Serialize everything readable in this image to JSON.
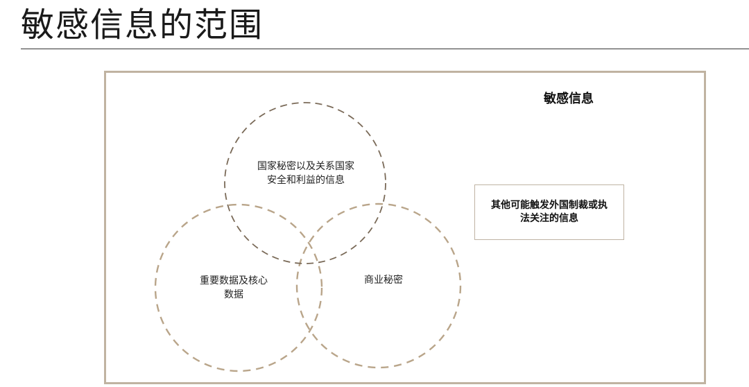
{
  "title": "敏感信息的范围",
  "diagram": {
    "heading": "敏感信息",
    "circles": [
      {
        "id": "state",
        "lines": [
          "国家秘密以及关系国家",
          "安全和利益的信息"
        ]
      },
      {
        "id": "data",
        "lines": [
          "重要数据及核心",
          "数据"
        ]
      },
      {
        "id": "trade",
        "lines": [
          "商业秘密"
        ]
      }
    ],
    "note": {
      "lines": [
        "其他可能触发外国制裁或执",
        "法关注的信息"
      ]
    }
  },
  "colors": {
    "frame": "#c0b3a1",
    "circle_top": "#7a6a58",
    "circle_bottom": "#b9a58a",
    "rule": "#333333"
  }
}
